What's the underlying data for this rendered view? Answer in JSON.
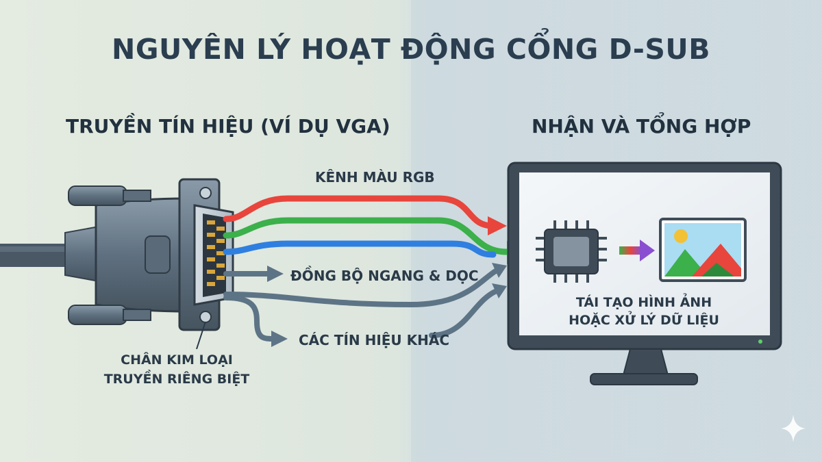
{
  "title": "NGUYÊN LÝ HOẠT ĐỘNG CỔNG D-SUB",
  "left_heading": "TRUYỀN TÍN HIỆU (VÍ DỤ VGA)",
  "right_heading": "NHẬN VÀ TỔNG HỢP",
  "labels": {
    "rgb": "KÊNH MÀU RGB",
    "sync": "ĐỒNG BỘ NGANG & DỌC",
    "other": "CÁC TÍN HIỆU KHÁC",
    "pins_line1": "CHÂN KIM LOẠI",
    "pins_line2": "TRUYỀN RIÊNG BIỆT",
    "process_line1": "TÁI TẠO HÌNH ẢNH",
    "process_line2": "HOẶC XỬ LÝ DỮ LIỆU"
  },
  "colors": {
    "red": "#e8453c",
    "green": "#3cb04a",
    "blue": "#2f7fe0",
    "gray_arrow": "#5d7486",
    "heading": "#2b3e50"
  },
  "icons": {
    "connector": "vga-connector-icon",
    "monitor": "monitor-icon",
    "chip": "chip-icon",
    "image": "landscape-image-icon"
  }
}
